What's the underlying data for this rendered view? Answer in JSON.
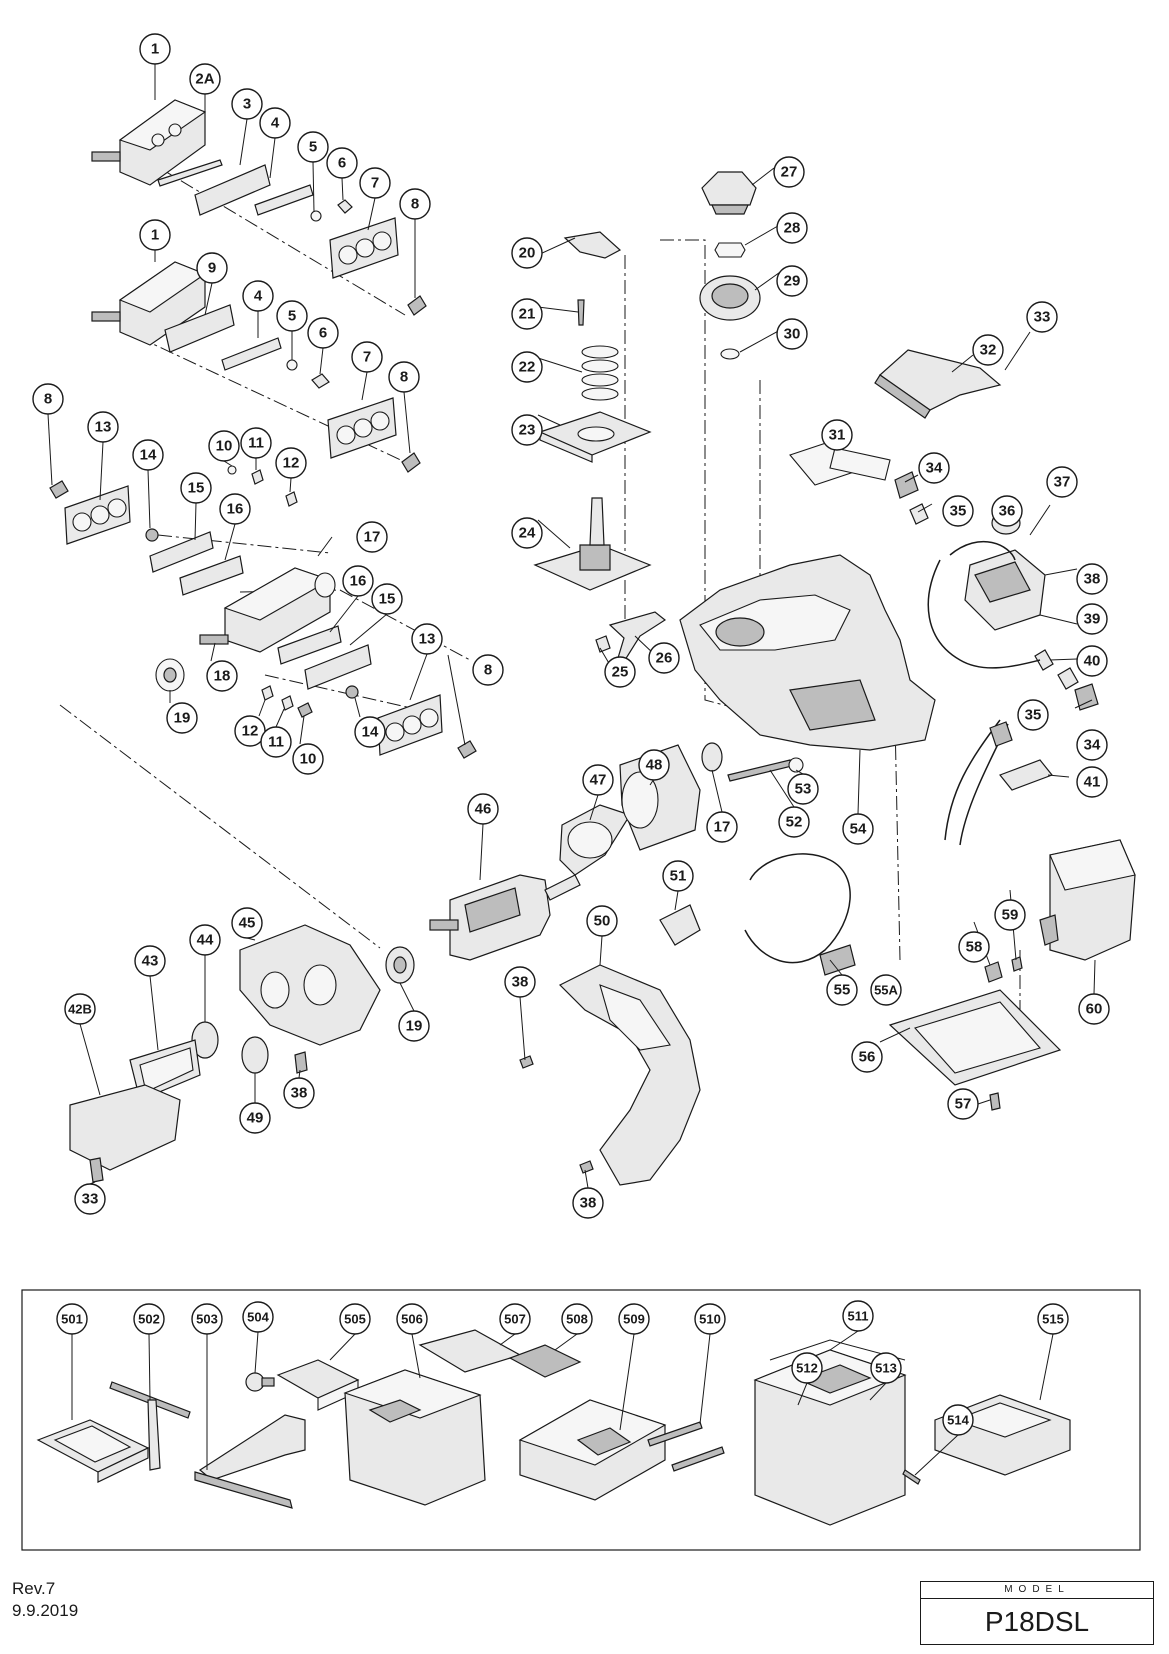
{
  "callouts": [
    {
      "label": "1"
    },
    {
      "label": "2A"
    },
    {
      "label": "3"
    },
    {
      "label": "4"
    },
    {
      "label": "5"
    },
    {
      "label": "6"
    },
    {
      "label": "7"
    },
    {
      "label": "8"
    },
    {
      "label": "1"
    },
    {
      "label": "9"
    },
    {
      "label": "4"
    },
    {
      "label": "5"
    },
    {
      "label": "6"
    },
    {
      "label": "7"
    },
    {
      "label": "8"
    },
    {
      "label": "8"
    },
    {
      "label": "13"
    },
    {
      "label": "14"
    },
    {
      "label": "10"
    },
    {
      "label": "11"
    },
    {
      "label": "12"
    },
    {
      "label": "15"
    },
    {
      "label": "16"
    },
    {
      "label": "17"
    },
    {
      "label": "16"
    },
    {
      "label": "15"
    },
    {
      "label": "13"
    },
    {
      "label": "8"
    },
    {
      "label": "19"
    },
    {
      "label": "18"
    },
    {
      "label": "12"
    },
    {
      "label": "11"
    },
    {
      "label": "10"
    },
    {
      "label": "14"
    },
    {
      "label": "20"
    },
    {
      "label": "21"
    },
    {
      "label": "22"
    },
    {
      "label": "23"
    },
    {
      "label": "24"
    },
    {
      "label": "25"
    },
    {
      "label": "26"
    },
    {
      "label": "27"
    },
    {
      "label": "28"
    },
    {
      "label": "29"
    },
    {
      "label": "30"
    },
    {
      "label": "31"
    },
    {
      "label": "32"
    },
    {
      "label": "33"
    },
    {
      "label": "34"
    },
    {
      "label": "35"
    },
    {
      "label": "36"
    },
    {
      "label": "37"
    },
    {
      "label": "38"
    },
    {
      "label": "39"
    },
    {
      "label": "40"
    },
    {
      "label": "35"
    },
    {
      "label": "34"
    },
    {
      "label": "41"
    },
    {
      "label": "48"
    },
    {
      "label": "47"
    },
    {
      "label": "17"
    },
    {
      "label": "52"
    },
    {
      "label": "53"
    },
    {
      "label": "54"
    },
    {
      "label": "46"
    },
    {
      "label": "51"
    },
    {
      "label": "50"
    },
    {
      "label": "45"
    },
    {
      "label": "44"
    },
    {
      "label": "43"
    },
    {
      "label": "42B"
    },
    {
      "label": "19"
    },
    {
      "label": "38"
    },
    {
      "label": "49"
    },
    {
      "label": "33"
    },
    {
      "label": "38"
    },
    {
      "label": "38"
    },
    {
      "label": "55"
    },
    {
      "label": "55A"
    },
    {
      "label": "58"
    },
    {
      "label": "59"
    },
    {
      "label": "60"
    },
    {
      "label": "56"
    },
    {
      "label": "57"
    },
    {
      "label": "501"
    },
    {
      "label": "502"
    },
    {
      "label": "503"
    },
    {
      "label": "504"
    },
    {
      "label": "505"
    },
    {
      "label": "506"
    },
    {
      "label": "507"
    },
    {
      "label": "508"
    },
    {
      "label": "509"
    },
    {
      "label": "510"
    },
    {
      "label": "511"
    },
    {
      "label": "512"
    },
    {
      "label": "513"
    },
    {
      "label": "514"
    },
    {
      "label": "515"
    }
  ],
  "footer": {
    "revision": "Rev.7",
    "date": "9.9.2019",
    "model_label": "MODEL",
    "model": "P18DSL"
  }
}
